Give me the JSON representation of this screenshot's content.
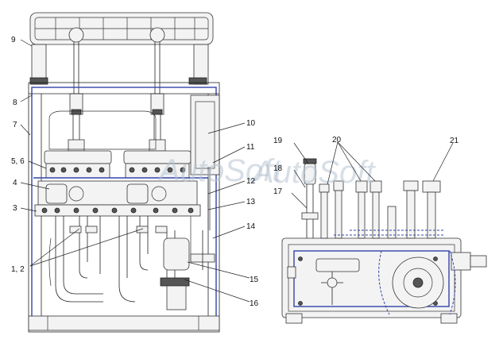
{
  "callouts": {
    "c9": "9",
    "c8": "8",
    "c7": "7",
    "c56": "5, 6",
    "c4": "4",
    "c3": "3",
    "c12a": "1, 2",
    "c10": "10",
    "c11": "11",
    "c12": "12",
    "c13": "13",
    "c14": "14",
    "c15": "15",
    "c16": "16",
    "c19": "19",
    "c18": "18",
    "c17": "17",
    "c20": "20",
    "c21": "21"
  },
  "watermark": "AutoSoft",
  "colors": {
    "outline": "#222222",
    "accent_frame": "#3344aa",
    "watermark": "#b7c4d2"
  }
}
